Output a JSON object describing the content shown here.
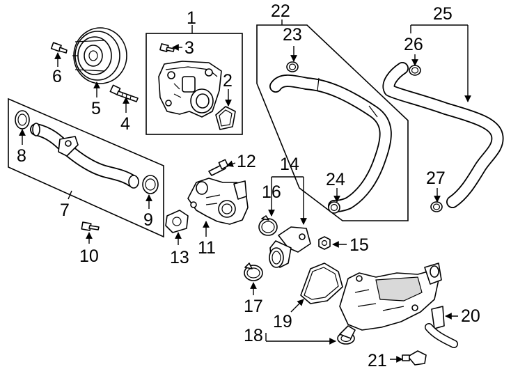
{
  "callouts": {
    "n1": "1",
    "n2": "2",
    "n3": "3",
    "n4": "4",
    "n5": "5",
    "n6": "6",
    "n7": "7",
    "n8": "8",
    "n9": "9",
    "n10": "10",
    "n11": "11",
    "n12": "12",
    "n13": "13",
    "n14": "14",
    "n15": "15",
    "n16": "16",
    "n17": "17",
    "n18": "18",
    "n19": "19",
    "n20": "20",
    "n21": "21",
    "n22": "22",
    "n23": "23",
    "n24": "24",
    "n25": "25",
    "n26": "26",
    "n27": "27"
  }
}
